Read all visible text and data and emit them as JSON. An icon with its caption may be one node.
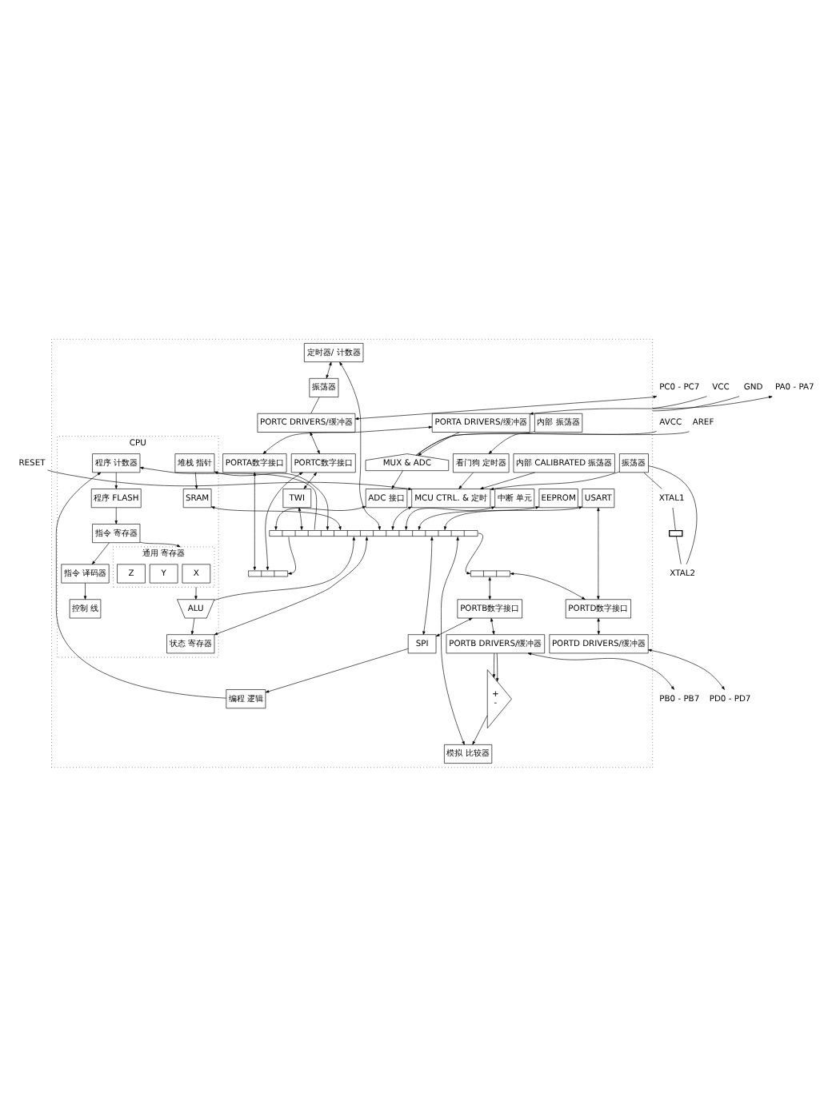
{
  "diagram": {
    "nodes": [
      {
        "text": [],
        "shape": "box"
      },
      {
        "text": [
          "PORTA DRIVERS/缓冲器"
        ],
        "in": 0
      },
      {
        "text": [
          "PORTA数字接口"
        ],
        "in": 0
      },
      {
        "text": [
          "PORTC DRIVERS/缓冲器"
        ],
        "in": 0
      },
      {
        "text": [
          "PORTC数字接口"
        ],
        "in": 0
      },
      {
        "text": [],
        "shape": "bar",
        "in": 0
      },
      {
        "text": [
          "MUX & ADC"
        ],
        "in": 0
      },
      {
        "text": [
          "ADC 接口"
        ],
        "in": 0
      },
      {
        "text": [],
        "shape": "bar",
        "in": 0
      },
      {
        "text": [
          "TWI"
        ],
        "in": 0
      },
      {
        "text": [
          "CPU"
        ],
        "in": 0
      },
      {
        "text": [
          "程序 计数器"
        ],
        "in": 10
      },
      {
        "text": [
          "堆栈 指针"
        ],
        "in": 10
      },
      {
        "text": [
          "程序 FLASH"
        ],
        "in": 10
      },
      {
        "text": [
          "SRAM"
        ],
        "in": 10
      },
      {
        "text": [
          "指令 寄存器"
        ],
        "in": 10
      },
      {
        "text": [
          "通用 寄存器"
        ],
        "in": 10
      },
      {
        "text": [
          "X"
        ],
        "in": 16
      },
      {
        "text": [
          "Y"
        ],
        "in": 16
      },
      {
        "text": [
          "Z"
        ],
        "in": 16
      },
      {
        "text": [
          "指令 译码器"
        ],
        "in": 10
      },
      {
        "text": [
          "控制 线"
        ],
        "in": 10
      },
      {
        "text": [
          "ALU"
        ],
        "in": 10
      },
      {
        "text": [
          "状态 寄存器"
        ],
        "in": 10
      },
      {
        "text": [
          "定时器/ 计数器"
        ],
        "in": 0
      },
      {
        "text": [
          "振荡器"
        ],
        "in": 0
      },
      {
        "text": [
          "内部 振荡器"
        ],
        "in": 0
      },
      {
        "text": [
          "看门狗 定时器"
        ],
        "in": 0
      },
      {
        "text": [
          "振荡器"
        ],
        "in": 0
      },
      {
        "text": [
          "MCU CTRL. & 定时"
        ],
        "in": 0
      },
      {
        "text": [
          "中断 单元"
        ],
        "in": 0
      },
      {
        "text": [
          "内部 CALIBRATED 振荡器"
        ],
        "in": 0
      },
      {
        "text": [
          "EEPROM"
        ],
        "in": 0
      },
      {
        "text": [
          "编程 逻辑"
        ],
        "in": 0
      },
      {
        "text": [
          "SPI"
        ],
        "in": 0
      },
      {
        "text": [
          "USART"
        ],
        "in": 0
      },
      {
        "text": [
          "+",
          "-"
        ],
        "in": 0
      },
      {
        "text": [
          "模拟 比较器"
        ],
        "in": 0
      },
      {
        "text": [],
        "shape": "bar",
        "in": 0
      },
      {
        "text": [
          "PORTB数字接口"
        ],
        "in": 0
      },
      {
        "text": [
          "PORTB DRIVERS/缓冲器"
        ],
        "in": 0
      },
      {
        "text": [
          "PORTD数字接口"
        ],
        "in": 0
      },
      {
        "text": [
          "PORTD DRIVERS/缓冲器"
        ],
        "in": 0
      },
      {
        "text": [
          "VCC"
        ]
      },
      {
        "text": [
          "GND"
        ]
      },
      {
        "text": [
          "AVCC"
        ]
      },
      {
        "text": [
          "AREF"
        ]
      },
      {
        "text": [
          "PA0 - PA7"
        ]
      },
      {
        "text": [
          "PC0 - PC7"
        ]
      },
      {
        "text": [
          "PB0 - PB7"
        ]
      },
      {
        "text": [
          "PD0 - PD7"
        ]
      },
      {
        "text": [
          "XTAL1"
        ]
      },
      {
        "text": [
          "XTAL2"
        ]
      },
      {
        "text": [
          "RESET"
        ]
      },
      {
        "text": [],
        "shape": "crystal"
      }
    ],
    "edges": [
      {
        "from": 47,
        "to": 1,
        "arrow": "both"
      },
      {
        "from": 48,
        "to": 3,
        "arrow": "both"
      },
      {
        "from": 1,
        "to": 2,
        "arrow": "both"
      },
      {
        "from": 3,
        "to": 4,
        "arrow": "both"
      },
      {
        "from": 2,
        "to": 5,
        "arrow": "both"
      },
      {
        "from": 4,
        "to": 5,
        "arrow": "both"
      },
      {
        "from": 43,
        "to": 0,
        "arrow": "none"
      },
      {
        "from": 44,
        "to": 0,
        "arrow": "none"
      },
      {
        "from": 45,
        "to": 6,
        "arrow": "none"
      },
      {
        "from": 46,
        "to": 6,
        "arrow": "none"
      },
      {
        "from": 1,
        "to": 6,
        "arrow": "to"
      },
      {
        "from": 6,
        "to": 7,
        "arrow": "to"
      },
      {
        "from": 7,
        "to": 8,
        "arrow": "both"
      },
      {
        "from": 8,
        "to": 5,
        "arrow": "to"
      },
      {
        "from": 4,
        "to": 9,
        "arrow": "both"
      },
      {
        "from": 9,
        "to": 8,
        "arrow": "both"
      },
      {
        "from": 8,
        "to": 11,
        "arrow": "to"
      },
      {
        "from": 12,
        "to": 8,
        "arrow": "both"
      },
      {
        "from": 11,
        "to": 13,
        "arrow": "to"
      },
      {
        "from": 12,
        "to": 14,
        "arrow": "to"
      },
      {
        "from": 14,
        "to": 8,
        "arrow": "both"
      },
      {
        "from": 13,
        "to": 15,
        "arrow": "to"
      },
      {
        "from": 15,
        "to": 20,
        "arrow": "to"
      },
      {
        "from": 20,
        "to": 21,
        "arrow": "to"
      },
      {
        "from": 15,
        "to": 16,
        "arrow": "to"
      },
      {
        "from": 16,
        "to": 22,
        "arrow": "to"
      },
      {
        "from": 22,
        "to": 23,
        "arrow": "to"
      },
      {
        "from": 22,
        "to": 8,
        "arrow": "to"
      },
      {
        "from": 23,
        "to": 8,
        "arrow": "both"
      },
      {
        "from": 24,
        "to": 8,
        "arrow": "both"
      },
      {
        "from": 24,
        "to": 25,
        "arrow": "both"
      },
      {
        "from": 25,
        "to": 3,
        "arrow": "none"
      },
      {
        "from": 26,
        "to": 27,
        "arrow": "to"
      },
      {
        "from": 27,
        "to": 29,
        "arrow": "to"
      },
      {
        "from": 28,
        "to": 29,
        "arrow": "to"
      },
      {
        "from": 53,
        "to": 29,
        "arrow": "to"
      },
      {
        "from": 31,
        "to": 29,
        "arrow": "to"
      },
      {
        "from": 29,
        "to": 8,
        "arrow": "both"
      },
      {
        "from": 28,
        "to": 51,
        "arrow": "none"
      },
      {
        "from": 28,
        "to": 52,
        "arrow": "none"
      },
      {
        "from": 51,
        "to": 54,
        "arrow": "none"
      },
      {
        "from": 54,
        "to": 52,
        "arrow": "none"
      },
      {
        "from": 30,
        "to": 8,
        "arrow": "both"
      },
      {
        "from": 32,
        "to": 8,
        "arrow": "both"
      },
      {
        "from": 34,
        "to": 33,
        "arrow": "to"
      },
      {
        "from": 33,
        "to": 11,
        "arrow": "to"
      },
      {
        "from": 34,
        "to": 8,
        "arrow": "both"
      },
      {
        "from": 35,
        "to": 8,
        "arrow": "both"
      },
      {
        "from": 39,
        "to": 34,
        "arrow": "both"
      },
      {
        "from": 35,
        "to": 41,
        "arrow": "both"
      },
      {
        "from": 40,
        "to": 36,
        "arrow": "to"
      },
      {
        "from": 40,
        "to": 36,
        "arrow": "to"
      },
      {
        "from": 36,
        "to": 37,
        "arrow": "to"
      },
      {
        "from": 37,
        "to": 8,
        "arrow": "both"
      },
      {
        "from": 8,
        "to": 38,
        "arrow": "to"
      },
      {
        "from": 38,
        "to": 39,
        "arrow": "both"
      },
      {
        "from": 39,
        "to": 40,
        "arrow": "both"
      },
      {
        "from": 38,
        "to": 41,
        "arrow": "both"
      },
      {
        "from": 41,
        "to": 42,
        "arrow": "both"
      },
      {
        "from": 40,
        "to": 49,
        "arrow": "both"
      },
      {
        "from": 42,
        "to": 50,
        "arrow": "both"
      }
    ]
  }
}
